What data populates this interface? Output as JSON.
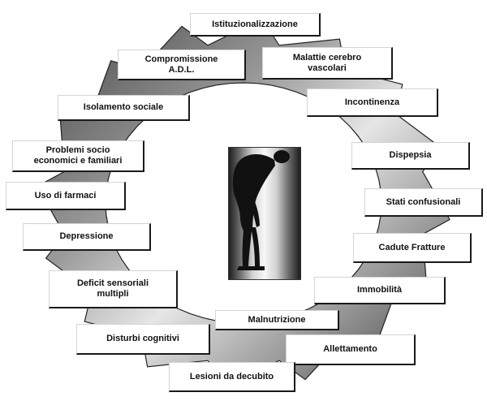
{
  "labels": {
    "istituzionalizzazione": "Istituzionalizzazione",
    "compromissione_adl": "Compromissione\nA.D.L.",
    "malattie_cerebro_vascolari": "Malattie cerebro\nvascolari",
    "incontinenza": "Incontinenza",
    "isolamento_sociale": "Isolamento sociale",
    "dispepsia": "Dispepsia",
    "problemi_socio_economici": "Problemi socio\neconomici e familiari",
    "stati_confusionali": "Stati confusionali",
    "uso_di_farmaci": "Uso di farmaci",
    "cadute_fratture": "Cadute     Fratture",
    "depressione": "Depressione",
    "immobilita": "Immobilità",
    "deficit_sensoriali": "Deficit sensoriali\nmultipli",
    "malnutrizione": "Malnutrizione",
    "disturbi_cognitivi": "Disturbi cognitivi",
    "allettamento": "Allettamento",
    "lesioni_da_decubito": "Lesioni da  decubito"
  },
  "colors": {
    "ring_dark": "#444444",
    "ring_mid": "#9a9a9a",
    "ring_light": "#e6e6e6",
    "box_fill": "#ffffff",
    "text": "#111111"
  }
}
